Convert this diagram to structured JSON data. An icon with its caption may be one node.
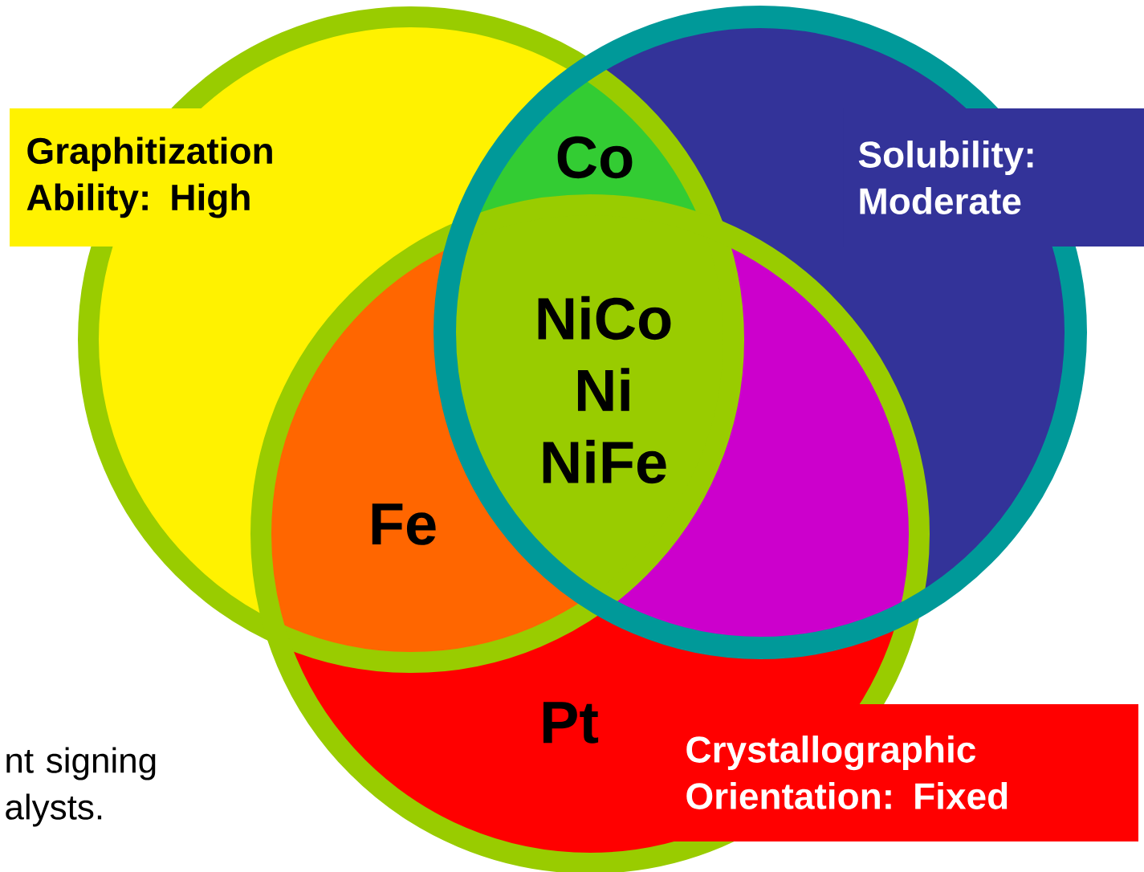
{
  "diagram": {
    "nodes": [
      {
        "text": [
          "Graphitization Ability: High"
        ]
      },
      {
        "text": [
          "Solubility: Moderate"
        ]
      },
      {
        "text": [
          "Crystallographic Orientation: Fixed"
        ]
      }
    ],
    "labels": [
      "Co",
      "NiCo",
      "Ni",
      "NiFe",
      "Fe",
      "Pt",
      "nt signing alysts."
    ]
  }
}
